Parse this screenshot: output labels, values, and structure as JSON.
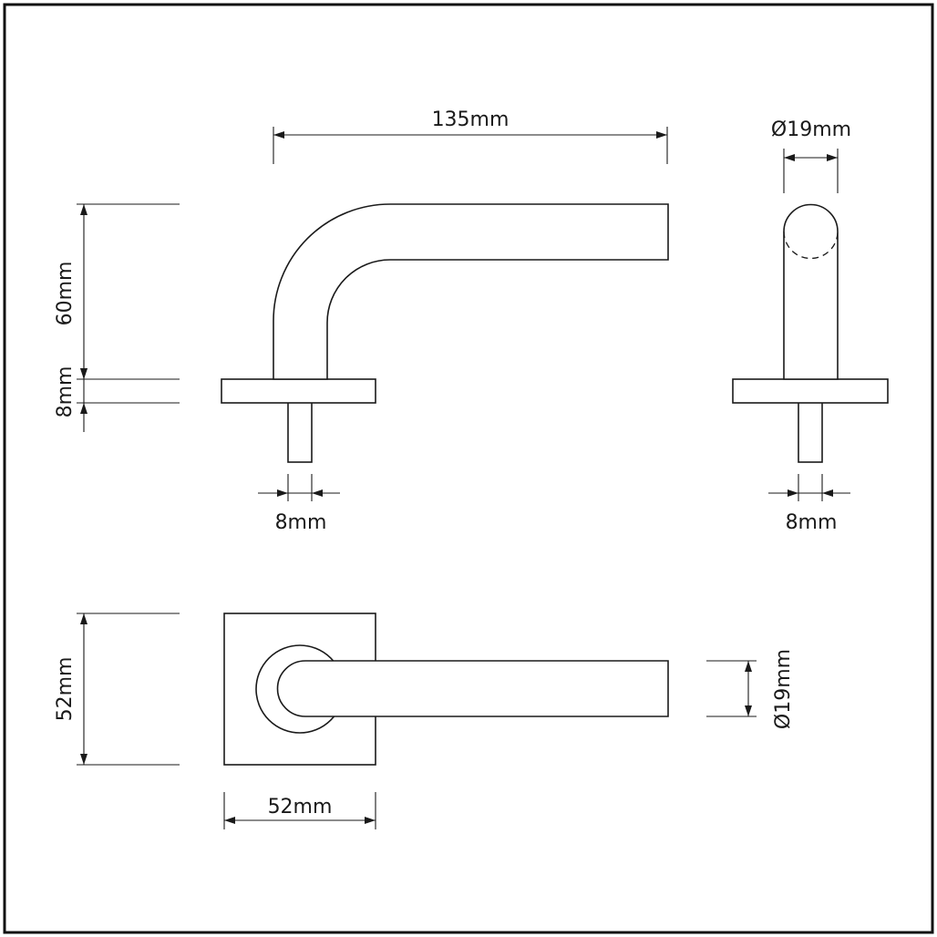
{
  "dimensions": {
    "top_length": "135mm",
    "side_diameter": "Ø19mm",
    "arm_height": "60mm",
    "rose_thickness": "8mm",
    "front_spindle": "8mm",
    "side_spindle": "8mm",
    "plate_height": "52mm",
    "plate_width": "52mm",
    "lever_diameter": "Ø19mm"
  },
  "colors": {
    "line": "#1a1a1a",
    "background": "#ffffff"
  }
}
